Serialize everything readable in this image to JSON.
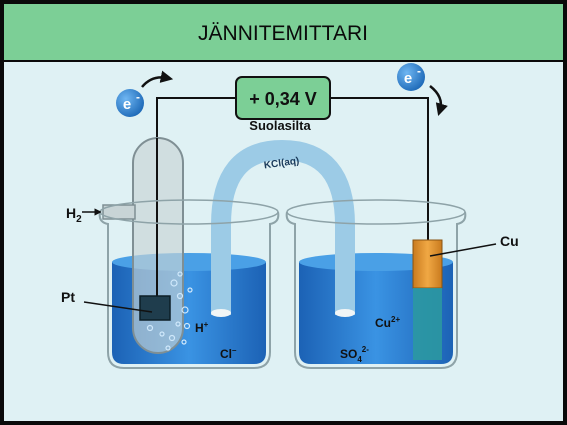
{
  "header": {
    "title": "JÄNNITEMITTARI"
  },
  "voltmeter": {
    "reading": "+ 0,34 V"
  },
  "electron": {
    "symbol": "e",
    "sign": "-"
  },
  "salt_bridge": {
    "title": "Suolasilta",
    "label": "KCl(aq)"
  },
  "labels": {
    "h2": {
      "base": "H",
      "sub": "2"
    },
    "pt": "Pt",
    "cu": "Cu",
    "h_plus": {
      "base": "H",
      "sup": "+"
    },
    "cl_minus": {
      "base": "Cl",
      "sup": "–"
    },
    "cu2_plus": {
      "base": "Cu",
      "sup": "2+"
    },
    "so4": {
      "base": "SO",
      "sub": "4",
      "sup": "2-"
    }
  },
  "colors": {
    "header": "#7ccf96",
    "panel": "#dff1f4",
    "frame": "#0a0a0a",
    "voltmeter": "#7ccf96",
    "solution": "#2f85d9",
    "salt_bridge": "#9ccbe6",
    "electron": "#2a7fcf",
    "copper": "#e4962f"
  }
}
